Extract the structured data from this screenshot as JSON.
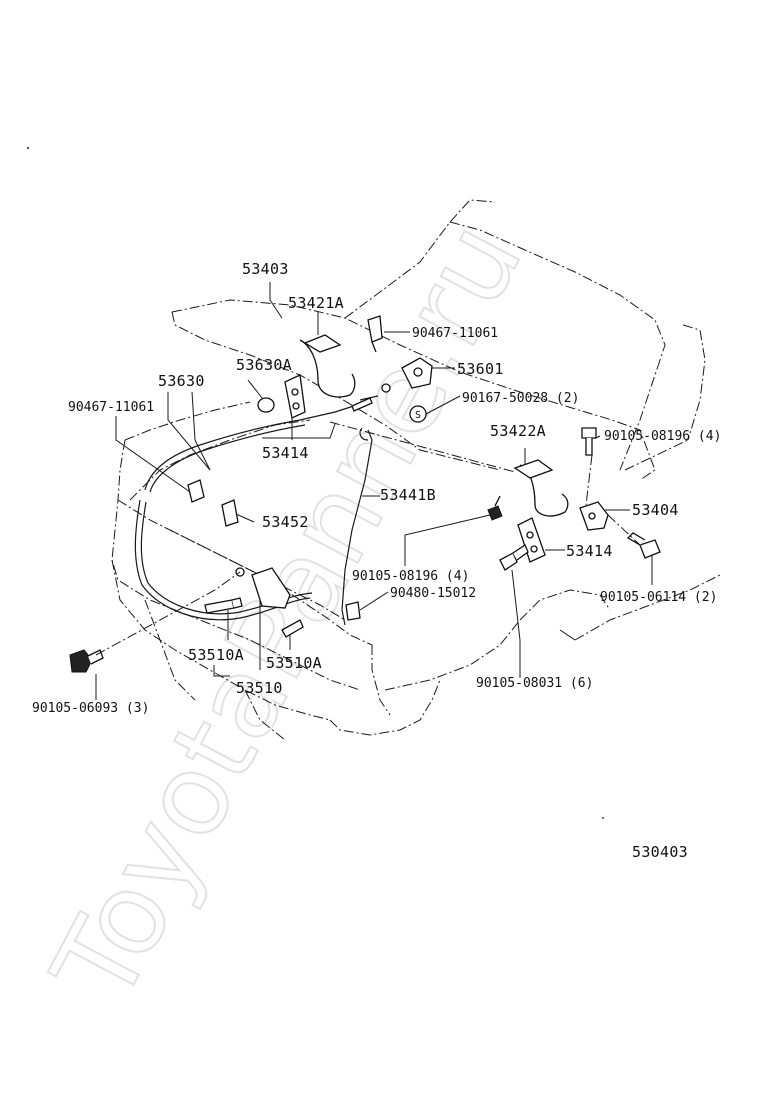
{
  "watermark": "ToyotaPanne.ru",
  "figure_id": "530403",
  "callouts": {
    "p53403": "53403",
    "p53421A": "53421A",
    "p90467_top": "90467-11061",
    "p53601": "53601",
    "p53630A": "53630A",
    "p53630": "53630",
    "p90167": "90167-50028 (2)",
    "p90467_left": "90467-11061",
    "p53414_left": "53414",
    "p53422A": "53422A",
    "p90105_08196_right": "90105-08196 (4)",
    "p53441B": "53441B",
    "p53452": "53452",
    "p53404": "53404",
    "p53414_right": "53414",
    "p90105_08196_mid": "90105-08196 (4)",
    "p90480": "90480-15012",
    "p90105_06114": "90105-06114 (2)",
    "p53510A_left": "53510A",
    "p53510A_right": "53510A",
    "p53510": "53510",
    "p90105_08031": "90105-08031 (6)",
    "p90105_06093": "90105-06093 (3)"
  },
  "circle_mark": "S"
}
